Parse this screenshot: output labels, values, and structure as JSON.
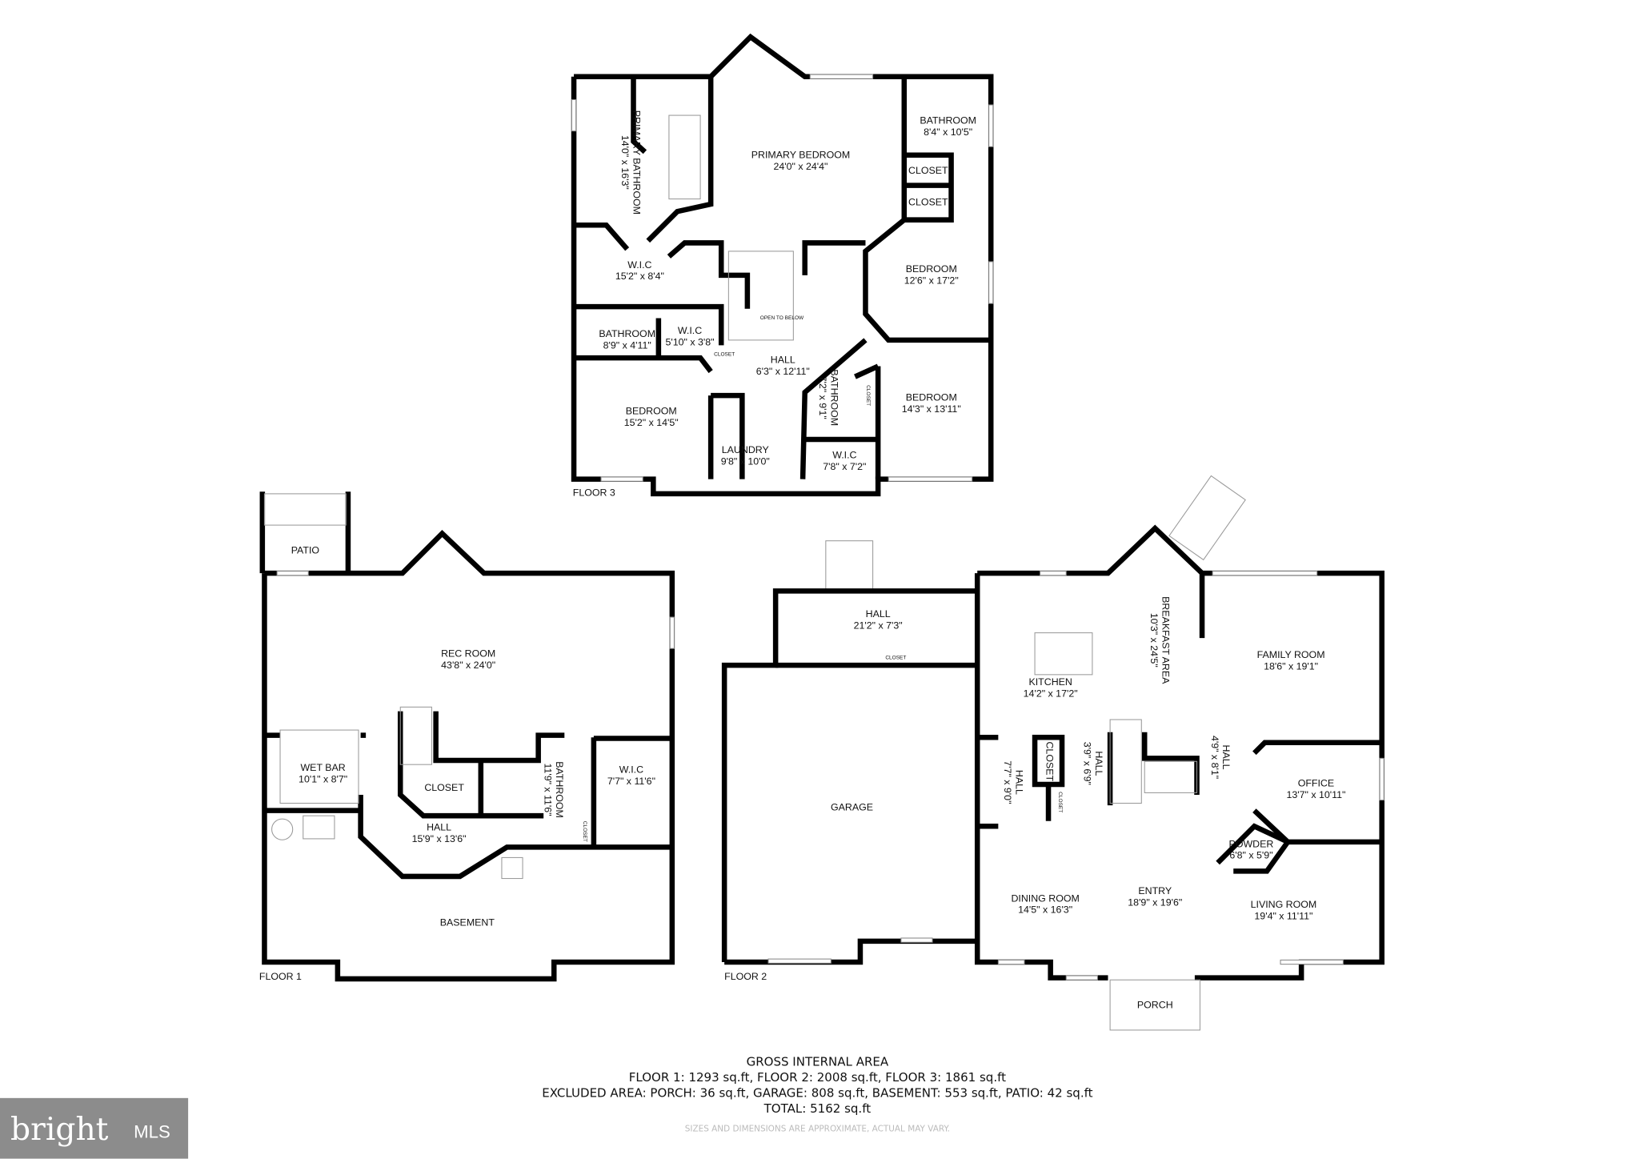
{
  "floors": [
    {
      "label": "FLOOR 3",
      "rooms": [
        {
          "name": "PRIMARY BATHROOM",
          "dims": "14'0\" x 16'3\""
        },
        {
          "name": "PRIMARY BEDROOM",
          "dims": "24'0\" x 24'4\""
        },
        {
          "name": "BATHROOM",
          "dims": "8'4\" x 10'5\""
        },
        {
          "name": "CLOSET",
          "dims": ""
        },
        {
          "name": "CLOSET",
          "dims": ""
        },
        {
          "name": "W.I.C",
          "dims": "15'2\" x 8'4\""
        },
        {
          "name": "BEDROOM",
          "dims": "12'6\" x 17'2\""
        },
        {
          "name": "OPEN TO BELOW",
          "dims": ""
        },
        {
          "name": "BATHROOM",
          "dims": "8'9\" x 4'11\""
        },
        {
          "name": "W.I.C",
          "dims": "5'10\" x 3'8\""
        },
        {
          "name": "CLOSET",
          "dims": ""
        },
        {
          "name": "HALL",
          "dims": "6'3\" x 12'11\""
        },
        {
          "name": "BATHROOM",
          "dims": "7'2\" x 9'1\""
        },
        {
          "name": "CLOSET",
          "dims": ""
        },
        {
          "name": "BEDROOM",
          "dims": "14'3\" x 13'11\""
        },
        {
          "name": "BEDROOM",
          "dims": "15'2\" x 14'5\""
        },
        {
          "name": "LAUNDRY",
          "dims": "9'8\" x 10'0\""
        },
        {
          "name": "W.I.C",
          "dims": "7'8\" x 7'2\""
        }
      ]
    },
    {
      "label": "FLOOR 1",
      "rooms": [
        {
          "name": "PATIO",
          "dims": ""
        },
        {
          "name": "REC ROOM",
          "dims": "43'8\" x 24'0\""
        },
        {
          "name": "WET BAR",
          "dims": "10'1\" x 8'7\""
        },
        {
          "name": "CLOSET",
          "dims": ""
        },
        {
          "name": "BATHROOM",
          "dims": "11'9\" x 11'6\""
        },
        {
          "name": "W.I.C",
          "dims": "7'7\" x 11'6\""
        },
        {
          "name": "HALL",
          "dims": "15'9\" x 13'6\""
        },
        {
          "name": "CLOSET",
          "dims": ""
        },
        {
          "name": "BASEMENT",
          "dims": ""
        }
      ]
    },
    {
      "label": "FLOOR 2",
      "rooms": [
        {
          "name": "HALL",
          "dims": "21'2\" x 7'3\""
        },
        {
          "name": "CLOSET",
          "dims": ""
        },
        {
          "name": "GARAGE",
          "dims": ""
        },
        {
          "name": "KITCHEN",
          "dims": "14'2\" x 17'2\""
        },
        {
          "name": "BREAKFAST AREA",
          "dims": "10'3\" x 24'5\""
        },
        {
          "name": "FAMILY ROOM",
          "dims": "18'6\" x 19'1\""
        },
        {
          "name": "HALL",
          "dims": "7'7\" x 9'0\""
        },
        {
          "name": "CLOSET",
          "dims": ""
        },
        {
          "name": "HALL",
          "dims": "3'9\" x 6'9\""
        },
        {
          "name": "CLOSET",
          "dims": ""
        },
        {
          "name": "HALL",
          "dims": "4'9\" x 8'1\""
        },
        {
          "name": "OFFICE",
          "dims": "13'7\" x 10'11\""
        },
        {
          "name": "POWDER",
          "dims": "6'8\" x 5'9\""
        },
        {
          "name": "DINING ROOM",
          "dims": "14'5\" x 16'3\""
        },
        {
          "name": "ENTRY",
          "dims": "18'9\" x 19'6\""
        },
        {
          "name": "LIVING ROOM",
          "dims": "19'4\" x 11'11\""
        },
        {
          "name": "PORCH",
          "dims": ""
        }
      ]
    }
  ],
  "summary": {
    "title": "GROSS INTERNAL AREA",
    "floors_line": "FLOOR 1: 1293 sq.ft, FLOOR 2: 2008 sq.ft, FLOOR 3: 1861 sq.ft",
    "excluded_line": "EXCLUDED AREA: PORCH: 36 sq.ft, GARAGE: 808 sq.ft, BASEMENT: 553 sq.ft, PATIO: 42 sq.ft",
    "total_line": "TOTAL: 5162 sq.ft",
    "disclaimer": "SIZES AND DIMENSIONS ARE APPROXIMATE, ACTUAL MAY VARY."
  },
  "logo": {
    "brand": "bright",
    "suffix": "MLS",
    "color": "#8c8c8c"
  }
}
